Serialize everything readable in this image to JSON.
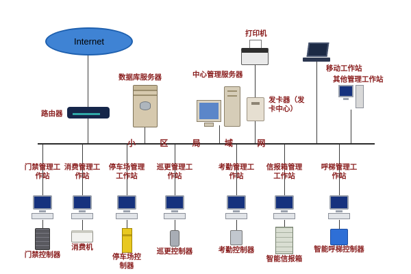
{
  "internet": {
    "label": "Internet"
  },
  "top": {
    "router_label": "路由器",
    "database_server_label": "数据库服务器",
    "central_server_label": "中心管理服务器",
    "printer_label": "打印机",
    "card_issuer_label": "发卡器（发卡中心）",
    "mobile_station_label": "移动工作站",
    "other_station_label": "其他管理工作站"
  },
  "bus": {
    "label": "小 区 局 域 网"
  },
  "workstations": [
    {
      "label": "门禁管理工作站",
      "device": "门禁控制器"
    },
    {
      "label": "消费管理工作站",
      "device": "消费机"
    },
    {
      "label": "停车场管理工作站",
      "device": "停车场控制器"
    },
    {
      "label": "巡更管理工作站",
      "device": "巡更控制器"
    },
    {
      "label": "考勤管理工作站",
      "device": "考勤控制器"
    },
    {
      "label": "信报箱管理工作站",
      "device": "智能信报箱"
    },
    {
      "label": "呼梯管理工作站",
      "device": "智能呼梯控制器"
    }
  ],
  "colors": {
    "label_color": "#8a1f1f",
    "internet_fill": "#3f83d4",
    "line_color": "#3a3a3a",
    "screen_blue": "#16327e"
  }
}
